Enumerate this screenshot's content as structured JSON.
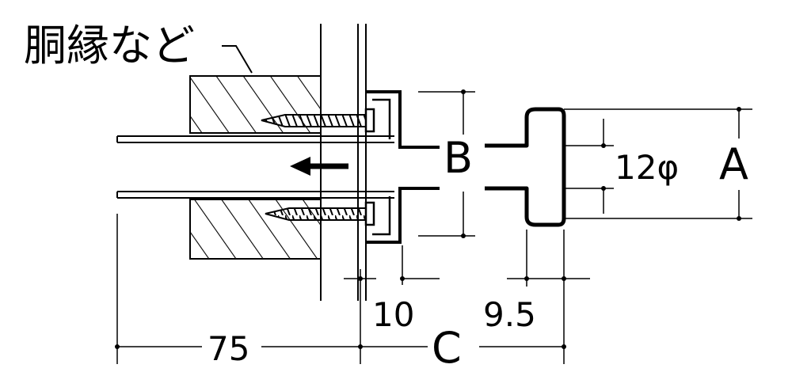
{
  "labels": {
    "title": "胴縁など",
    "dim_b": "B",
    "dim_a": "A",
    "dim_c": "C",
    "diameter": "12φ",
    "dim_10": "10",
    "dim_9_5": "9.5",
    "dim_75": "75"
  },
  "colors": {
    "ink": "#000000",
    "background": "#ffffff"
  },
  "icons": {
    "direction_arrow": "arrow-left-icon",
    "screw": "screw-icon"
  }
}
